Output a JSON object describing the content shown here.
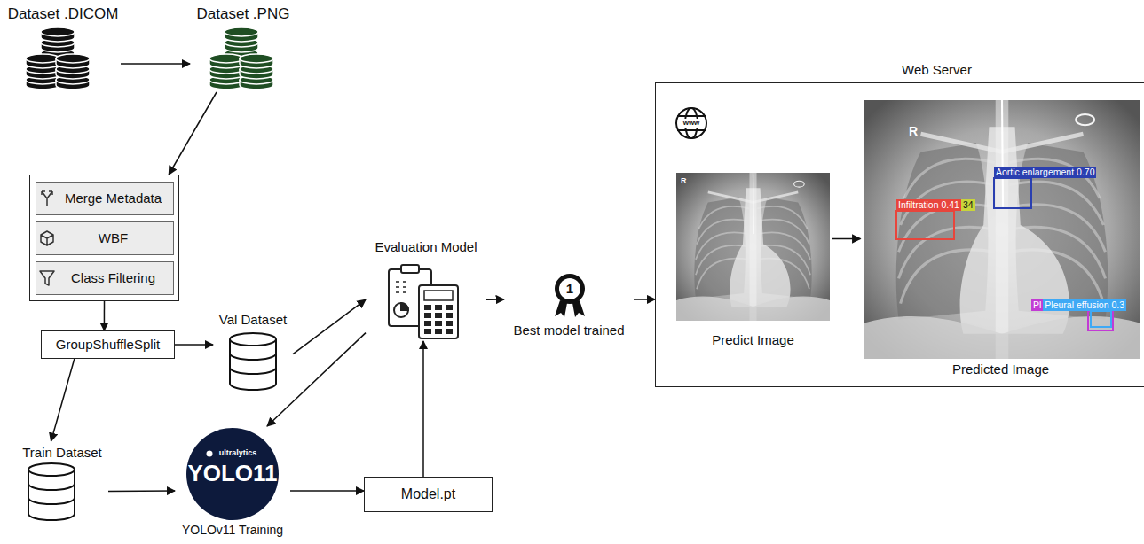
{
  "diagram": {
    "nodes": [
      {
        "text": [
          "Dataset .DICOM"
        ]
      },
      {
        "text": [
          "Dataset .PNG"
        ]
      },
      {
        "text": []
      },
      {
        "text": [
          "Merge Metadata"
        ],
        "in": 2
      },
      {
        "text": [
          "WBF"
        ],
        "in": 2
      },
      {
        "text": [
          "Class Filtering"
        ],
        "in": 2
      },
      {
        "text": [
          "GroupShuffleSplit"
        ]
      },
      {
        "text": [
          "Val Dataset"
        ]
      },
      {
        "text": [
          "Evaluation Model"
        ]
      },
      {
        "text": [
          "Best model trained"
        ]
      },
      {
        "text": [
          "Web Server"
        ]
      },
      {
        "text": [
          "Predict Image"
        ],
        "in": 10
      },
      {
        "text": [
          "Predicted Image"
        ],
        "in": 10
      },
      {
        "text": [
          "Train Dataset"
        ]
      },
      {
        "text": [
          "ultralytics",
          "YOLO11",
          "YOLOv11 Training"
        ]
      },
      {
        "text": [
          "Model.pt"
        ]
      }
    ],
    "edges": [
      {
        "from": 0,
        "to": 1,
        "arrow": "to"
      },
      {
        "from": 1,
        "to": 2,
        "arrow": "to"
      },
      {
        "from": 2,
        "to": 6,
        "arrow": "to"
      },
      {
        "from": 6,
        "to": 7,
        "arrow": "to"
      },
      {
        "from": 6,
        "to": 13,
        "arrow": "to"
      },
      {
        "from": 7,
        "to": 8,
        "arrow": "to"
      },
      {
        "from": 13,
        "to": 14,
        "arrow": "to"
      },
      {
        "from": 14,
        "to": 15,
        "arrow": "to"
      },
      {
        "from": 15,
        "to": 8,
        "arrow": "to"
      },
      {
        "from": 8,
        "to": 14,
        "arrow": "to"
      },
      {
        "from": 8,
        "to": 9,
        "arrow": "to"
      },
      {
        "from": 9,
        "to": 10,
        "arrow": "to"
      },
      {
        "from": 11,
        "to": 12,
        "arrow": "to"
      }
    ],
    "labels": [
      "1",
      "www",
      "R",
      "R",
      "Aortic enlargement 0.70",
      "Infiltration 0.41",
      "34",
      "Pl",
      "Pleural effusion 0.3"
    ]
  }
}
